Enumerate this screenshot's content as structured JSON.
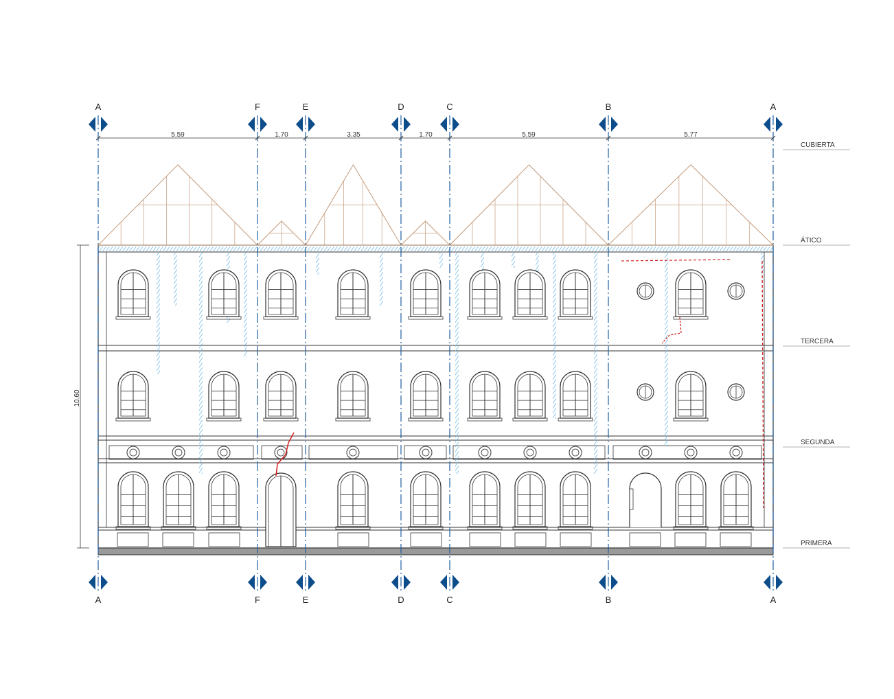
{
  "axes_top": [
    {
      "id": "axis-a-left",
      "label": "A"
    },
    {
      "id": "axis-f",
      "label": "F"
    },
    {
      "id": "axis-e",
      "label": "E"
    },
    {
      "id": "axis-d",
      "label": "D"
    },
    {
      "id": "axis-c",
      "label": "C"
    },
    {
      "id": "axis-b",
      "label": "B"
    },
    {
      "id": "axis-a-right",
      "label": "A"
    }
  ],
  "dimensions": [
    "5.59",
    "1.70",
    "3.35",
    "1.70",
    "5.59",
    "5.77"
  ],
  "height_dimension": "10.60",
  "levels": [
    "CUBIERTA",
    "ÁTICO",
    "TERCERA",
    "SEGUNDA",
    "PRIMERA"
  ],
  "colors": {
    "line": "#333333",
    "axis": "#1f5f9e",
    "axis_marker": "#0d4d8c",
    "roof": "#c49a7a",
    "damage_hatch": "#6fb8e6",
    "crack": "#d42020"
  }
}
